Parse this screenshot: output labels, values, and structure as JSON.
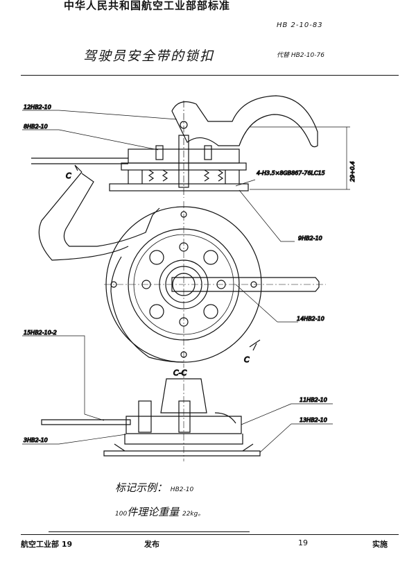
{
  "header": {
    "org": "中华人民共和国航空工业部部标准",
    "std_no": "HB 2-10-83",
    "title": "驾驶员安全带的锁扣",
    "replaces": "代替 HB2-10-76"
  },
  "callouts": {
    "c1": "12HB2-10",
    "c2": "8HB2-10",
    "c3": "4-H3.5×8GB867-76LC15",
    "c4": "9HB2-10",
    "c5": "14HB2-10",
    "c6": "15HB2-10-2",
    "c7": "11HB2-10",
    "c8": "13HB2-10",
    "c9": "3HB2-10",
    "dimension": "29+0.4",
    "section_mark": "C",
    "section_view": "C-C"
  },
  "notes": {
    "marking_label": "标记示例：",
    "marking_value": "HB2-10",
    "weight_prefix": "100",
    "weight_label": "件理论重量",
    "weight_value": "22kg。"
  },
  "footer": {
    "issuer": "航空工业部 19",
    "issue": "发布",
    "page": "19",
    "effective": "实施"
  }
}
